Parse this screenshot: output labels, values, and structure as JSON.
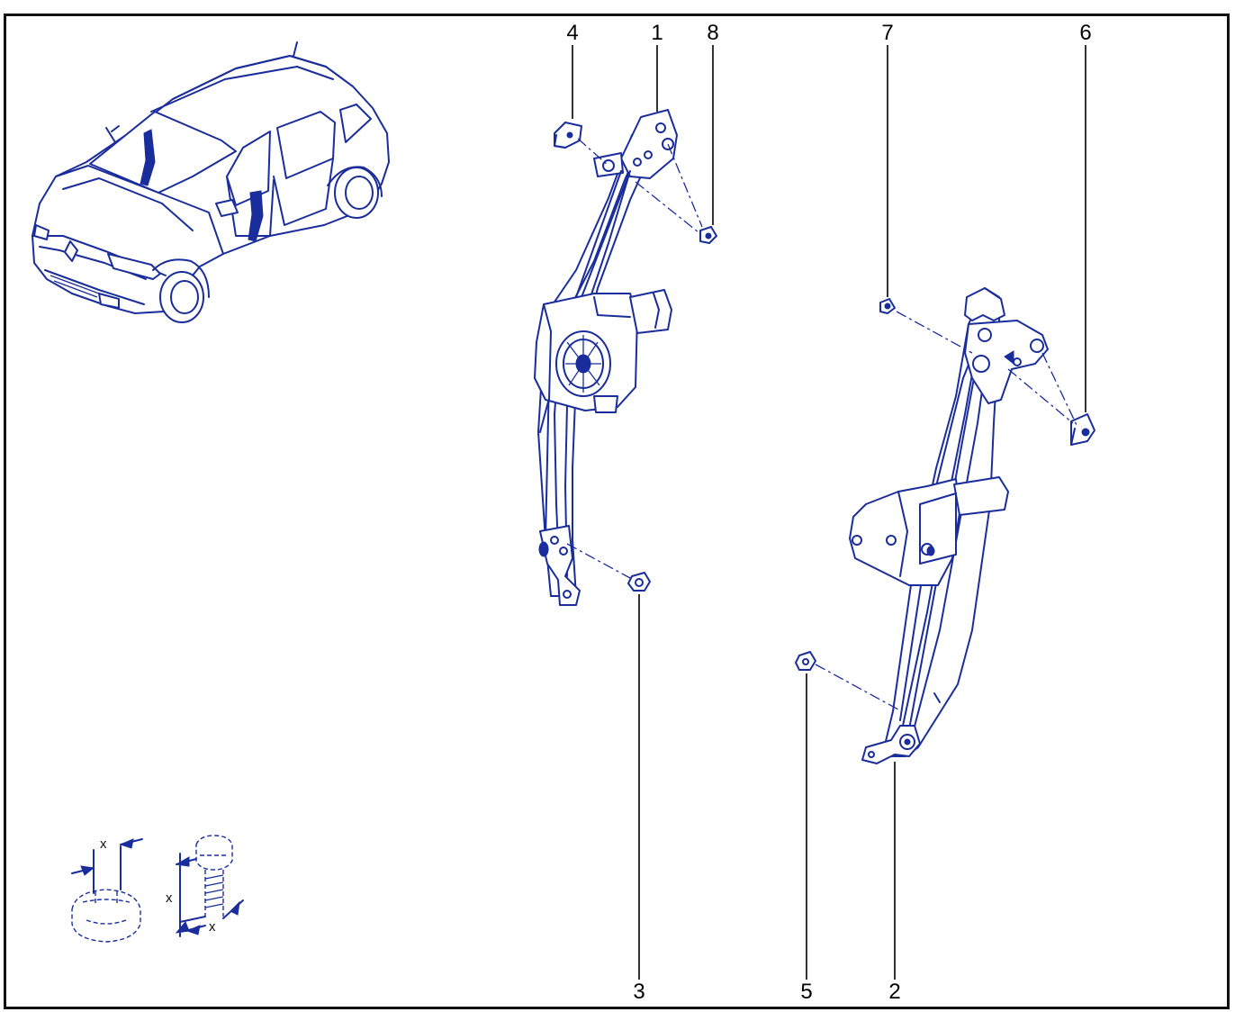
{
  "colors": {
    "line": "#1a2d9c",
    "fill": "#ffffff",
    "frame": "#111111",
    "callout_line": "#000000"
  },
  "callouts": [
    {
      "id": "4",
      "text": "4"
    },
    {
      "id": "1",
      "text": "1"
    },
    {
      "id": "8",
      "text": "8"
    },
    {
      "id": "7",
      "text": "7"
    },
    {
      "id": "6",
      "text": "6"
    },
    {
      "id": "3",
      "text": "3"
    },
    {
      "id": "5",
      "text": "5"
    },
    {
      "id": "2",
      "text": "2"
    }
  ],
  "legend": {
    "nut_dim": "x",
    "bolt_len": "x",
    "bolt_dia": "x"
  }
}
